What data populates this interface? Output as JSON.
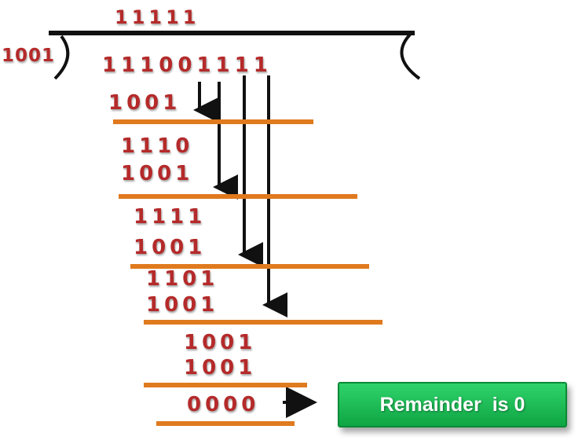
{
  "quotient": "11111",
  "divisor": "1001",
  "dividend": "111001111",
  "steps": [
    "1001",
    "1110",
    "1001",
    "1111",
    "1001",
    "1101",
    "1001",
    "1001",
    "1001",
    "0000"
  ],
  "result_label": "Remainder  is 0",
  "colors": {
    "digits": "#b52a2a",
    "rule": "#e07a1e",
    "result_bg": "#1cbf55"
  }
}
